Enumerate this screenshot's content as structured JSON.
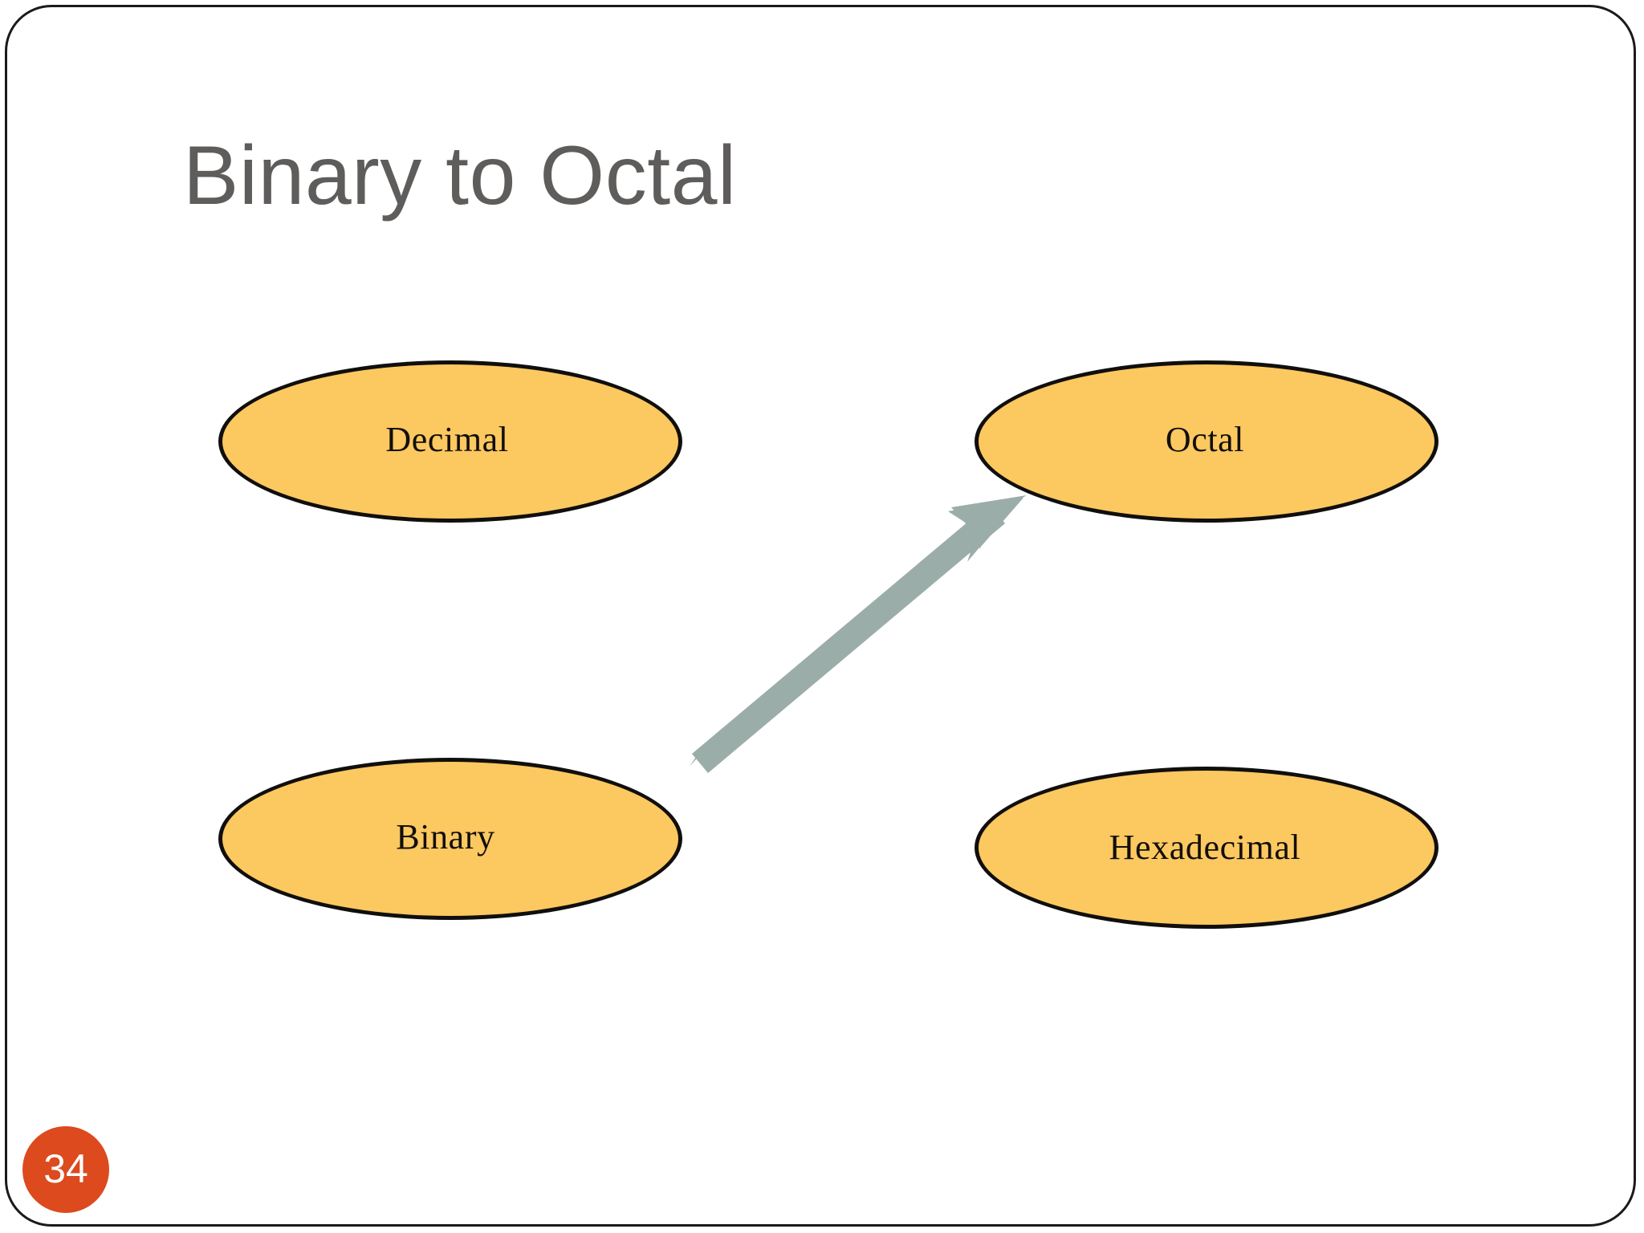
{
  "slide": {
    "title": "Binary to Octal",
    "page_number": "34",
    "background_color": "#ffffff",
    "border_color": "#1a1a1a",
    "title_color": "#5f5d5b"
  },
  "theme": {
    "node_fill": "#fcc860",
    "node_stroke": "#100f0d",
    "node_label_color": "#120f0c",
    "arrow_color": "#9bada8",
    "badge_color": "#dc4a1e",
    "badge_text_color": "#ffffff"
  },
  "diagram": {
    "type": "node-arrow-diagram",
    "nodes": [
      {
        "id": "decimal",
        "label": "Decimal",
        "shape": "ellipse",
        "row": "top",
        "column": "left"
      },
      {
        "id": "octal",
        "label": "Octal",
        "shape": "ellipse",
        "row": "top",
        "column": "right"
      },
      {
        "id": "binary",
        "label": "Binary",
        "shape": "ellipse",
        "row": "bottom",
        "column": "left"
      },
      {
        "id": "hexadecimal",
        "label": "Hexadecimal",
        "shape": "ellipse",
        "row": "bottom",
        "column": "right"
      }
    ],
    "edges": [
      {
        "id": "binary-to-octal",
        "from": "binary",
        "to": "octal",
        "style": "solid-arrow",
        "color": "#9bada8"
      }
    ]
  },
  "icons": {
    "arrow": "arrow-up-right-icon",
    "badge": "page-number-badge"
  }
}
